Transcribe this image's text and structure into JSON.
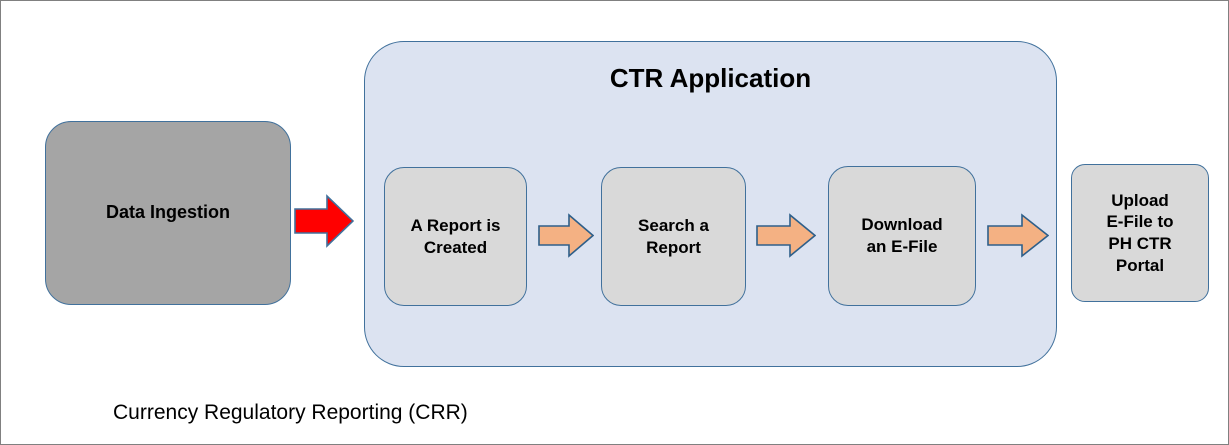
{
  "diagram": {
    "caption": "Currency Regulatory Reporting (CRR)",
    "container": {
      "title": "CTR Application",
      "fill_color": "#DCE3F1",
      "border_color": "#41719C"
    },
    "nodes": [
      {
        "id": "data-ingestion",
        "label": "Data Ingestion",
        "fill_color": "#A5A5A5",
        "border_color": "#41719C",
        "inside_container": false
      },
      {
        "id": "report-created",
        "label": "A Report is\nCreated",
        "fill_color": "#D9D9D9",
        "border_color": "#41719C",
        "inside_container": true
      },
      {
        "id": "search-report",
        "label": "Search a\nReport",
        "fill_color": "#D9D9D9",
        "border_color": "#41719C",
        "inside_container": true
      },
      {
        "id": "download-efile",
        "label": "Download\nan E-File",
        "fill_color": "#D9D9D9",
        "border_color": "#41719C",
        "inside_container": true
      },
      {
        "id": "upload-portal",
        "label": "Upload\nE-File to\nPH CTR\nPortal",
        "fill_color": "#D9D9D9",
        "border_color": "#41719C",
        "inside_container": false
      }
    ],
    "arrows": [
      {
        "id": "arrow-red",
        "from": "data-ingestion",
        "to": "report-created",
        "fill_color": "#FF0000",
        "border_color": "#41719C",
        "direction": "right"
      },
      {
        "id": "arrow-orange-1",
        "from": "report-created",
        "to": "search-report",
        "fill_color": "#F4B183",
        "border_color": "#2E5F8A",
        "direction": "right"
      },
      {
        "id": "arrow-orange-2",
        "from": "search-report",
        "to": "download-efile",
        "fill_color": "#F4B183",
        "border_color": "#2E5F8A",
        "direction": "right"
      },
      {
        "id": "arrow-orange-3",
        "from": "download-efile",
        "to": "upload-portal",
        "fill_color": "#F4B183",
        "border_color": "#2E5F8A",
        "direction": "right"
      }
    ]
  }
}
